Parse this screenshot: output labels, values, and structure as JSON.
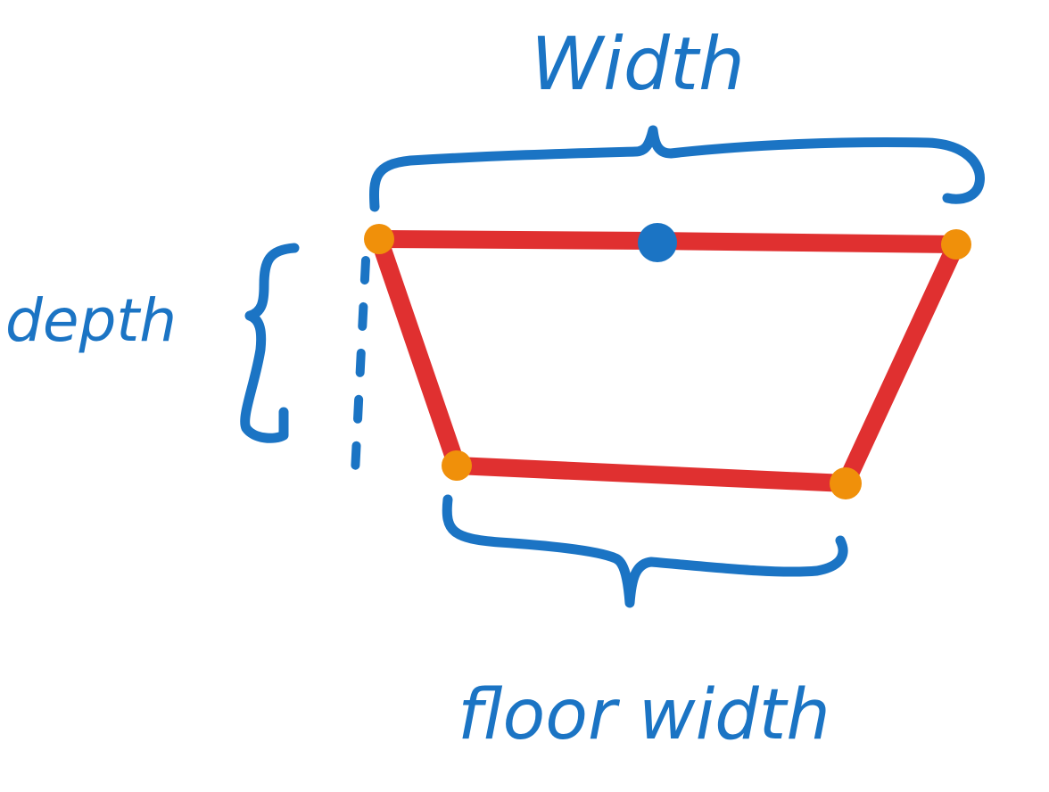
{
  "labels": {
    "width": "Width",
    "depth": "depth",
    "floor_width": "floor width"
  },
  "colors": {
    "ink_blue": "#1b74c4",
    "ink_red": "#e03030",
    "vertex_orange": "#f0900a",
    "background": "#ffffff"
  }
}
